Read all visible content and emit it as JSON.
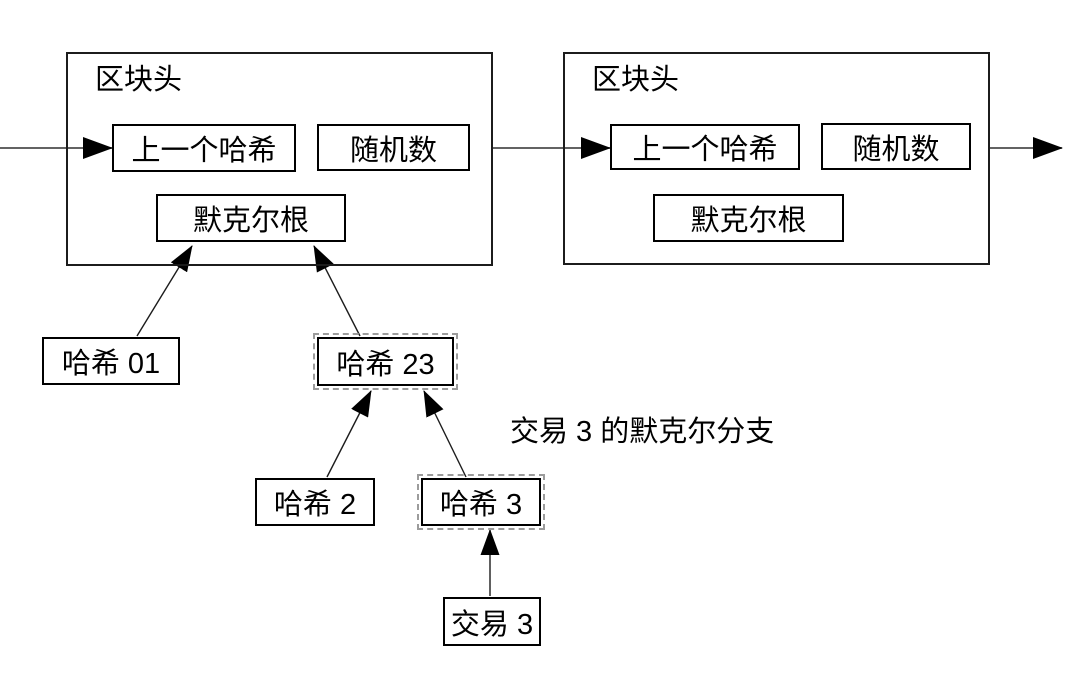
{
  "diagram": {
    "blocks": [
      {
        "header_label": "区块头",
        "prev_hash_label": "上一个哈希",
        "nonce_label": "随机数",
        "merkle_root_label": "默克尔根"
      },
      {
        "header_label": "区块头",
        "prev_hash_label": "上一个哈希",
        "nonce_label": "随机数",
        "merkle_root_label": "默克尔根"
      }
    ],
    "tree": {
      "hash01": "哈希 01",
      "hash23": "哈希 23",
      "hash2": "哈希 2",
      "hash3": "哈希 3",
      "tx3": "交易 3"
    },
    "branch_label": "交易 3 的默克尔分支",
    "colors": {
      "chain_line": "#4d4d4d",
      "tree_line": "#1c1c1c",
      "arrowhead": "#000000",
      "box_border": "#000000",
      "highlight_dash": "#9c9c9c",
      "text": "#000000",
      "background": "#ffffff"
    }
  }
}
